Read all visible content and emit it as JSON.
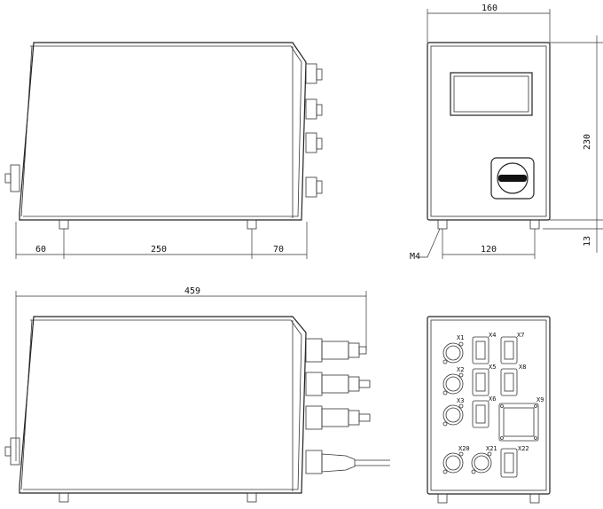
{
  "dimensions": {
    "front_left": "60",
    "front_middle": "250",
    "front_right": "70",
    "overall_length": "459",
    "side_width": "160",
    "side_height": "230",
    "side_feet_spacing": "120",
    "foot_height": "13",
    "foot_thread": "M4"
  },
  "connectors": {
    "x1": "X1",
    "x2": "X2",
    "x3": "X3",
    "x4": "X4",
    "x5": "X5",
    "x6": "X6",
    "x7": "X7",
    "x8": "X8",
    "x9": "X9",
    "x20": "X20",
    "x21": "X21",
    "x22": "X22"
  }
}
